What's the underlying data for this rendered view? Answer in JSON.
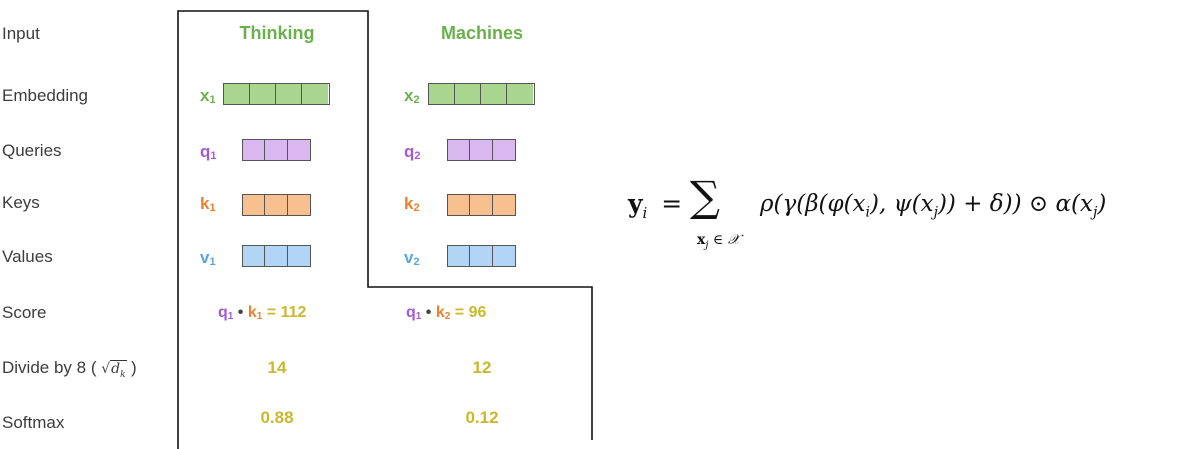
{
  "rows": {
    "input": "Input",
    "embedding": "Embedding",
    "queries": "Queries",
    "keys": "Keys",
    "values": "Values",
    "score": "Score",
    "divide": "Divide by 8 (",
    "divide_sqrt": "√",
    "divide_dk": "d",
    "divide_k": "k",
    "divide_close": ")",
    "softmax": "Softmax"
  },
  "words": [
    {
      "word": "Thinking",
      "x_label": "x",
      "x_sub": "1",
      "q_label": "q",
      "q_sub": "1",
      "k_label": "k",
      "k_sub": "1",
      "v_label": "v",
      "v_sub": "1",
      "score_q": "q",
      "score_q_sub": "1",
      "score_dot": "•",
      "score_k": "k",
      "score_k_sub": "1",
      "score_eq": "= 112",
      "divided": "14",
      "softmax": "0.88"
    },
    {
      "word": "Machines",
      "x_label": "x",
      "x_sub": "2",
      "q_label": "q",
      "q_sub": "2",
      "k_label": "k",
      "k_sub": "2",
      "v_label": "v",
      "v_sub": "2",
      "score_q": "q",
      "score_q_sub": "1",
      "score_dot": "•",
      "score_k": "k",
      "score_k_sub": "2",
      "score_eq": "= 96",
      "divided": "12",
      "softmax": "0.12"
    }
  ],
  "formula": {
    "lhs": "y",
    "lhs_sub": "i",
    "eq": "=",
    "sum": "∑",
    "sum_sub": "x",
    "sum_sub_j": "j",
    "sum_sub_in": " ∈ 𝒳",
    "body": "ρ(γ(β(φ(x",
    "body_i": "i",
    "body_mid": "), ψ(x",
    "body_j": "j",
    "body_end": ")) + δ)) ⊙ α(x",
    "body_j2": "j",
    "body_close": ")"
  },
  "colors": {
    "green": "#6ab04c",
    "purple": "#a35bd6",
    "orange": "#e8822e",
    "blue": "#5aa6e6",
    "yellow": "#c8b82d"
  }
}
